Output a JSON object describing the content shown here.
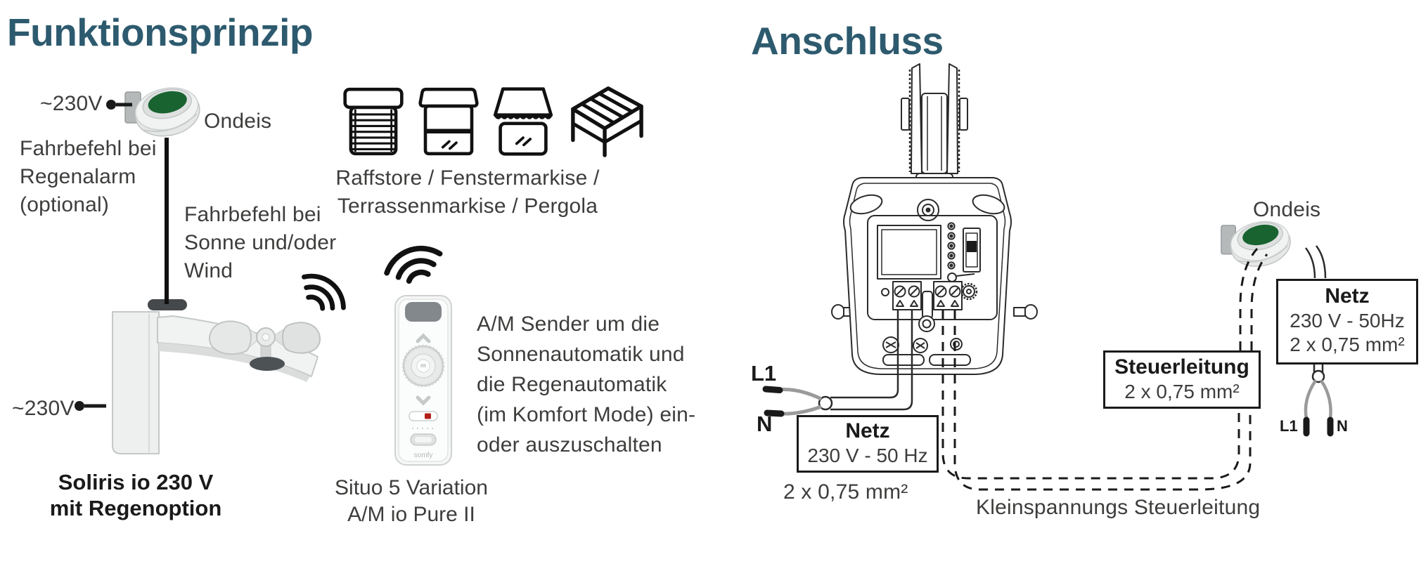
{
  "colors": {
    "accent": "#2d5a6e",
    "text": "#3d3d3c",
    "ink": "#1a1a1a",
    "sensor_green": "#18632f"
  },
  "left": {
    "title": "Funktionsprinzip",
    "voltage_top": "~230V",
    "voltage_bottom": "~230V",
    "ondeis_label": "Ondeis",
    "rain_note": {
      "l1": "Fahrbefehl bei",
      "l2": "Regenalarm",
      "l3": "(optional)"
    },
    "sun_note": {
      "l1": "Fahrbefehl bei",
      "l2": "Sonne und/oder",
      "l3": "Wind"
    },
    "products_caption": {
      "l1": "Raffstore / Fenstermarkise /",
      "l2": "Terrassenmarkise / Pergola"
    },
    "sender_note": {
      "l1": "A/M Sender um die",
      "l2": "Sonnenautomatik und",
      "l3": "die Regenautomatik",
      "l4": "(im Komfort Mode) ein-",
      "l5": "oder auszuschalten"
    },
    "device_caption": {
      "l1": "Soliris io 230 V",
      "l2": "mit Regenoption"
    },
    "remote_caption": {
      "l1": "Situo 5 Variation",
      "l2": "A/M io Pure II"
    },
    "remote_logo": "somfy",
    "icons": [
      "raffstore-icon",
      "fenstermarkise-icon",
      "terrassenmarkise-icon",
      "pergola-icon",
      "radio-waves-icon"
    ]
  },
  "right": {
    "title": "Anschluss",
    "l1_label": "L1",
    "n_label": "N",
    "mains_box": {
      "title": "Netz",
      "value": "230 V - 50 Hz"
    },
    "mains_cable_label": "2 x 0,75 mm²",
    "control_box": {
      "title": "Steuerleitung",
      "value": "2 x 0,75 mm²"
    },
    "ondeis_label": "Ondeis",
    "sensor_box": {
      "title": "Netz",
      "l1": "230 V - 50Hz",
      "l2": "2 x 0,75 mm²"
    },
    "sensor_l1_label": "L1",
    "sensor_n_label": "N",
    "control_line_caption": "Kleinspannungs Steuerleitung"
  }
}
